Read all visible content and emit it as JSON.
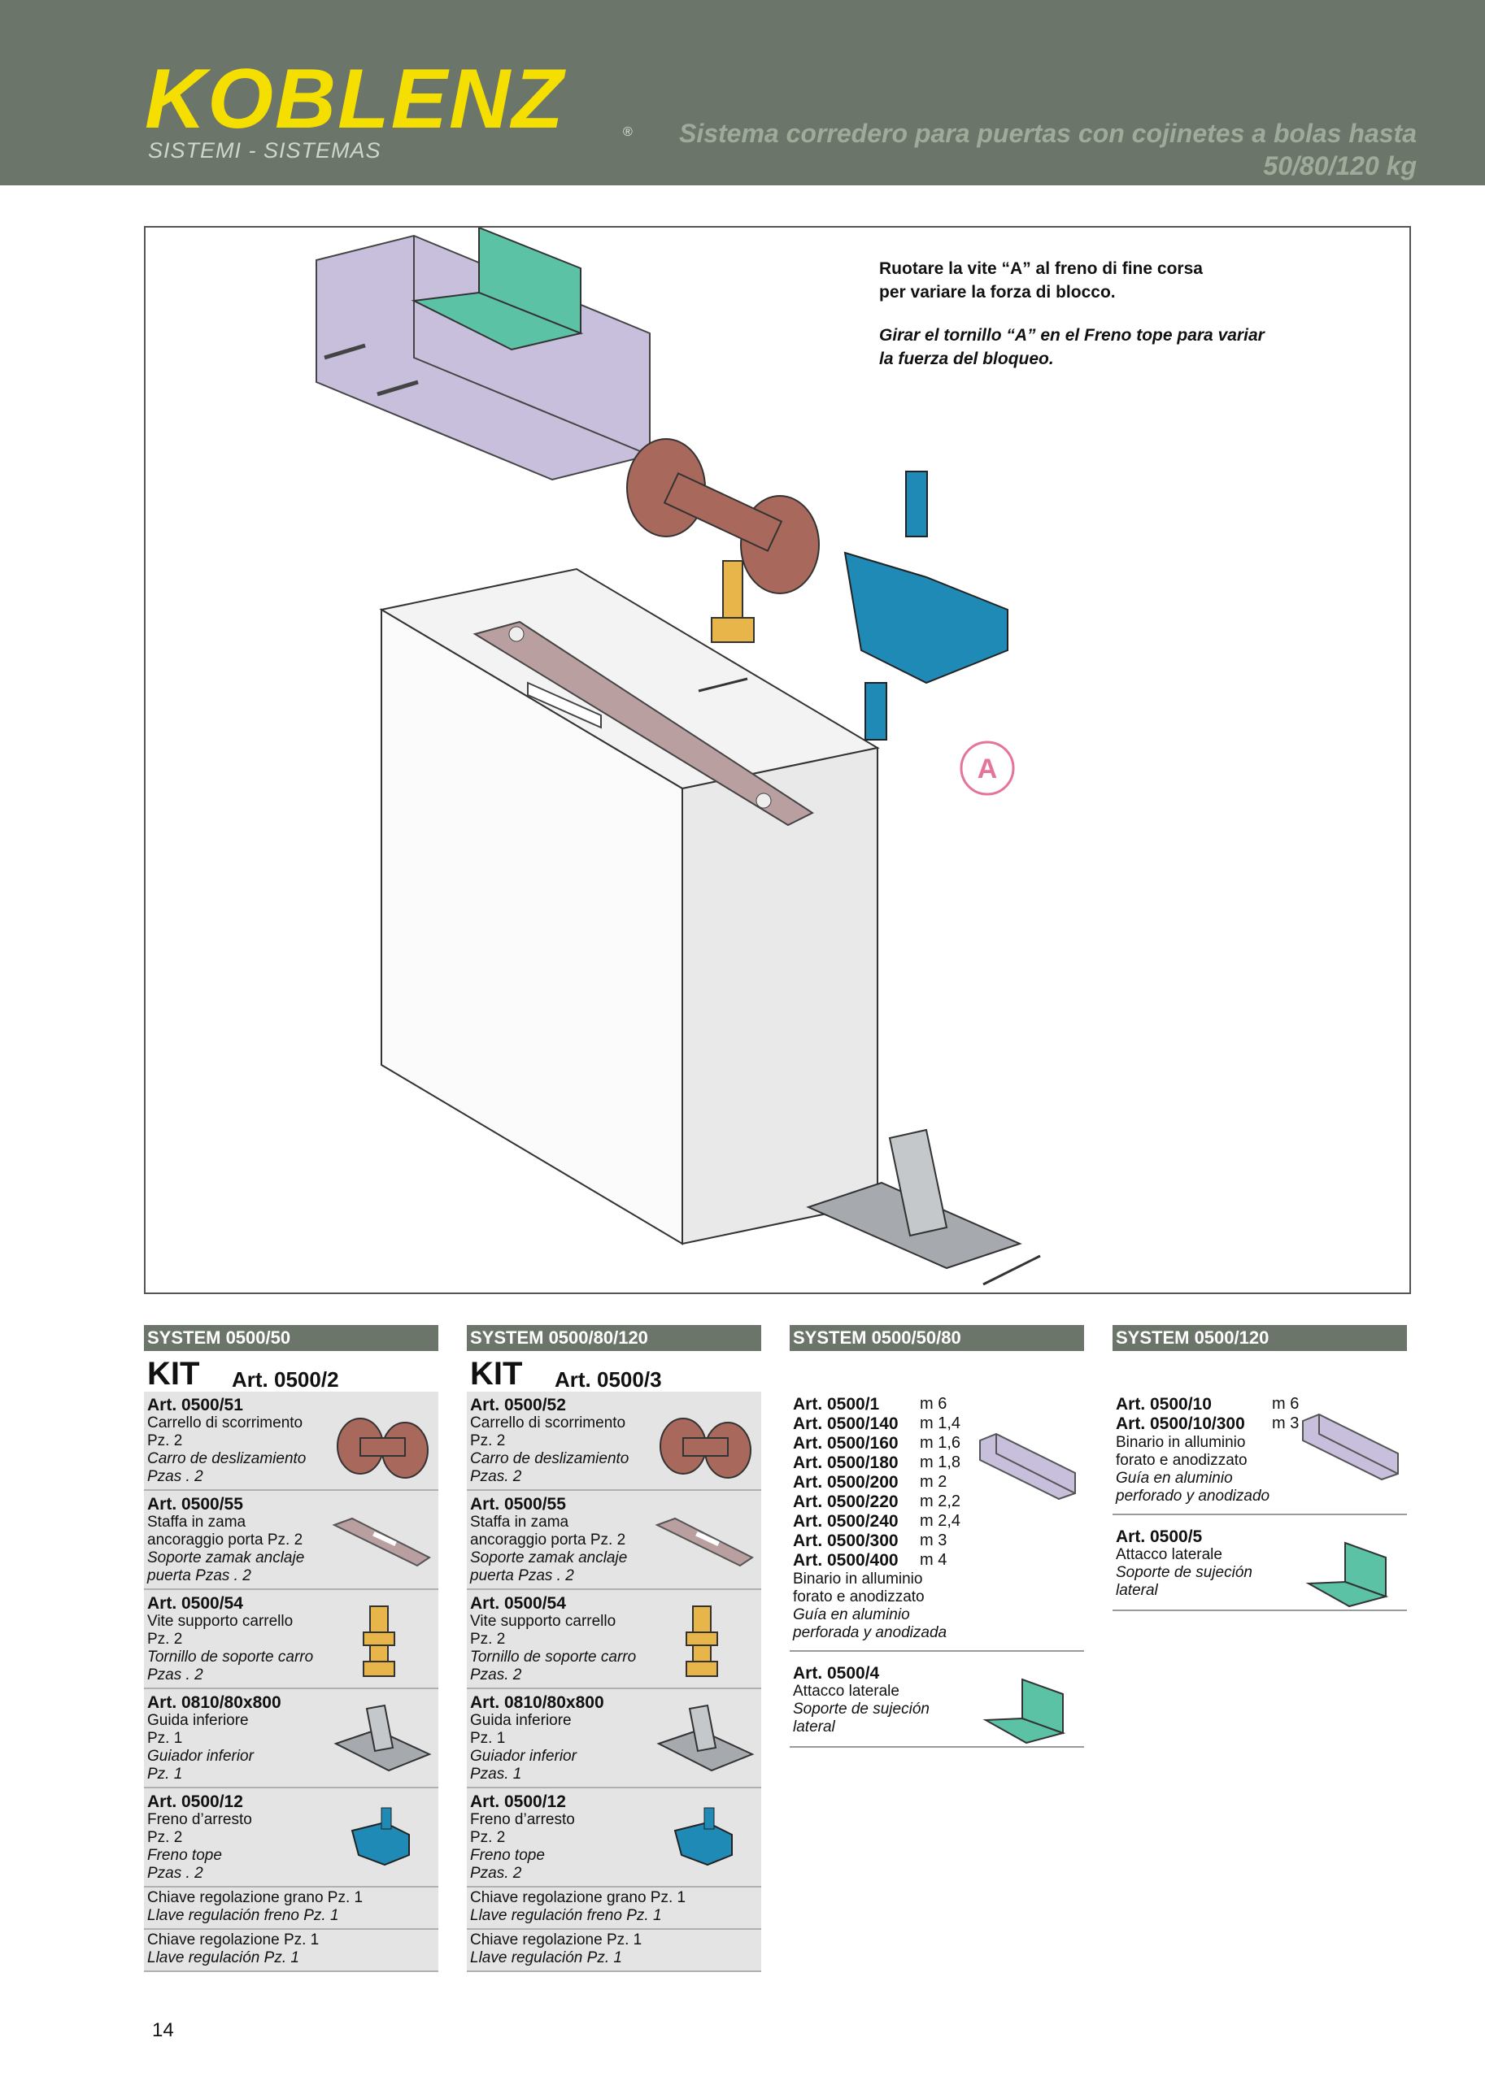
{
  "header": {
    "logo_text": "KOBLENZ",
    "logo_reg": "®",
    "logo_sub": "SISTEMI - SISTEMAS",
    "title_line1": "Sistema corredero para puertas con cojinetes a bolas hasta",
    "title_line2": "50/80/120 kg"
  },
  "diagram": {
    "note_it_1": "Ruotare la vite “A” al freno di fine corsa",
    "note_it_2": "per variare la forza di blocco.",
    "note_es_1": "Girar el tornillo “A” en el Freno tope para variar",
    "note_es_2": "la fuerza del bloqueo.",
    "callout_label": "A"
  },
  "colors": {
    "header_bg": "#6b7569",
    "logo_yellow": "#f4df00",
    "track_purple": "#c7bfdc",
    "bracket_green": "#5cc2a6",
    "carriage_brown": "#a9685c",
    "stop_blue": "#1f8ab5",
    "bolt_gold": "#e7b54a",
    "plate_mauve": "#b99f9f",
    "guide_grey": "#a6aaae",
    "callout_pink": "#e4749b"
  },
  "systems": [
    {
      "name": "SYSTEM 0500/50",
      "kit_label": "KIT",
      "kit_art": "Art. 0500/2",
      "items": [
        {
          "code": "Art. 0500/51",
          "lines": [
            "Carrello di scorrimento",
            "Pz. 2"
          ],
          "it_lines": [
            "Carro de deslizamiento",
            "Pzas . 2"
          ],
          "icon": "carriage-icon"
        },
        {
          "code": "Art. 0500/55",
          "lines": [
            "Staffa in zama",
            "ancoraggio porta Pz. 2"
          ],
          "it_lines": [
            "Soporte zamak anclaje",
            "puerta Pzas . 2"
          ],
          "icon": "door-plate-icon"
        },
        {
          "code": "Art. 0500/54",
          "lines": [
            "Vite supporto carrello",
            "Pz. 2"
          ],
          "it_lines": [
            "Tornillo de soporte carro",
            "Pzas . 2"
          ],
          "icon": "bolt-icon"
        },
        {
          "code": "Art. 0810/80x800",
          "lines": [
            "Guida inferiore",
            "Pz. 1"
          ],
          "it_lines": [
            "Guiador inferior",
            "Pz. 1"
          ],
          "icon": "floor-guide-icon"
        },
        {
          "code": "Art. 0500/12",
          "lines": [
            "Freno d’arresto",
            "Pz. 2"
          ],
          "it_lines": [
            "Freno tope",
            "Pzas . 2"
          ],
          "icon": "stop-icon"
        }
      ],
      "extras": [
        {
          "line": "Chiave regolazione grano Pz. 1",
          "it": "Llave regulación freno Pz. 1"
        },
        {
          "line": "Chiave regolazione Pz. 1",
          "it": "Llave regulación Pz. 1"
        }
      ]
    },
    {
      "name": "SYSTEM 0500/80/120",
      "kit_label": "KIT",
      "kit_art": "Art. 0500/3",
      "items": [
        {
          "code": "Art. 0500/52",
          "lines": [
            "Carrello di scorrimento",
            "Pz. 2"
          ],
          "it_lines": [
            "Carro de deslizamiento",
            "Pzas. 2"
          ],
          "icon": "carriage-icon"
        },
        {
          "code": "Art. 0500/55",
          "lines": [
            "Staffa in zama",
            "ancoraggio porta Pz. 2"
          ],
          "it_lines": [
            "Soporte zamak anclaje",
            "puerta Pzas . 2"
          ],
          "icon": "door-plate-icon"
        },
        {
          "code": "Art. 0500/54",
          "lines": [
            "Vite supporto carrello",
            "Pz. 2"
          ],
          "it_lines": [
            "Tornillo de soporte carro",
            "Pzas. 2"
          ],
          "icon": "bolt-icon"
        },
        {
          "code": "Art. 0810/80x800",
          "lines": [
            "Guida inferiore",
            "Pz. 1"
          ],
          "it_lines": [
            "Guiador inferior",
            "Pzas. 1"
          ],
          "icon": "floor-guide-icon"
        },
        {
          "code": "Art. 0500/12",
          "lines": [
            "Freno d’arresto",
            "Pz. 2"
          ],
          "it_lines": [
            "Freno tope",
            "Pzas. 2"
          ],
          "icon": "stop-icon"
        }
      ],
      "extras": [
        {
          "line": "Chiave regolazione grano Pz. 1",
          "it": "Llave regulación freno Pz. 1"
        },
        {
          "line": "Chiave regolazione Pz. 1",
          "it": "Llave regulación Pz. 1"
        }
      ]
    },
    {
      "name": "SYSTEM 0500/50/80",
      "rails": [
        {
          "code": "Art. 0500/1",
          "len": "m 6"
        },
        {
          "code": "Art. 0500/140",
          "len": "m 1,4"
        },
        {
          "code": "Art. 0500/160",
          "len": "m 1,6"
        },
        {
          "code": "Art. 0500/180",
          "len": "m 1,8"
        },
        {
          "code": "Art. 0500/200",
          "len": "m 2"
        },
        {
          "code": "Art. 0500/220",
          "len": "m 2,2"
        },
        {
          "code": "Art. 0500/240",
          "len": "m 2,4"
        },
        {
          "code": "Art. 0500/300",
          "len": "m 3"
        },
        {
          "code": "Art. 0500/400",
          "len": "m 4"
        }
      ],
      "rail_desc": [
        "Binario in alluminio",
        "forato e anodizzato"
      ],
      "rail_desc_it": [
        "Guía en aluminio",
        "perforada y anodizada"
      ],
      "bracket": {
        "code": "Art. 0500/4",
        "line": "Attacco laterale",
        "it_lines": [
          "Soporte de sujeción",
          "lateral"
        ]
      }
    },
    {
      "name": "SYSTEM 0500/120",
      "rails": [
        {
          "code": "Art. 0500/10",
          "len": "m 6"
        },
        {
          "code": "Art. 0500/10/300",
          "len": "m 3"
        }
      ],
      "rail_desc": [
        "Binario in alluminio",
        "forato e anodizzato"
      ],
      "rail_desc_it": [
        "Guía en aluminio",
        "perforado y anodizado"
      ],
      "bracket": {
        "code": "Art. 0500/5",
        "line": "Attacco laterale",
        "it_lines": [
          "Soporte de sujeción",
          "lateral"
        ]
      }
    }
  ],
  "page_number": "14"
}
